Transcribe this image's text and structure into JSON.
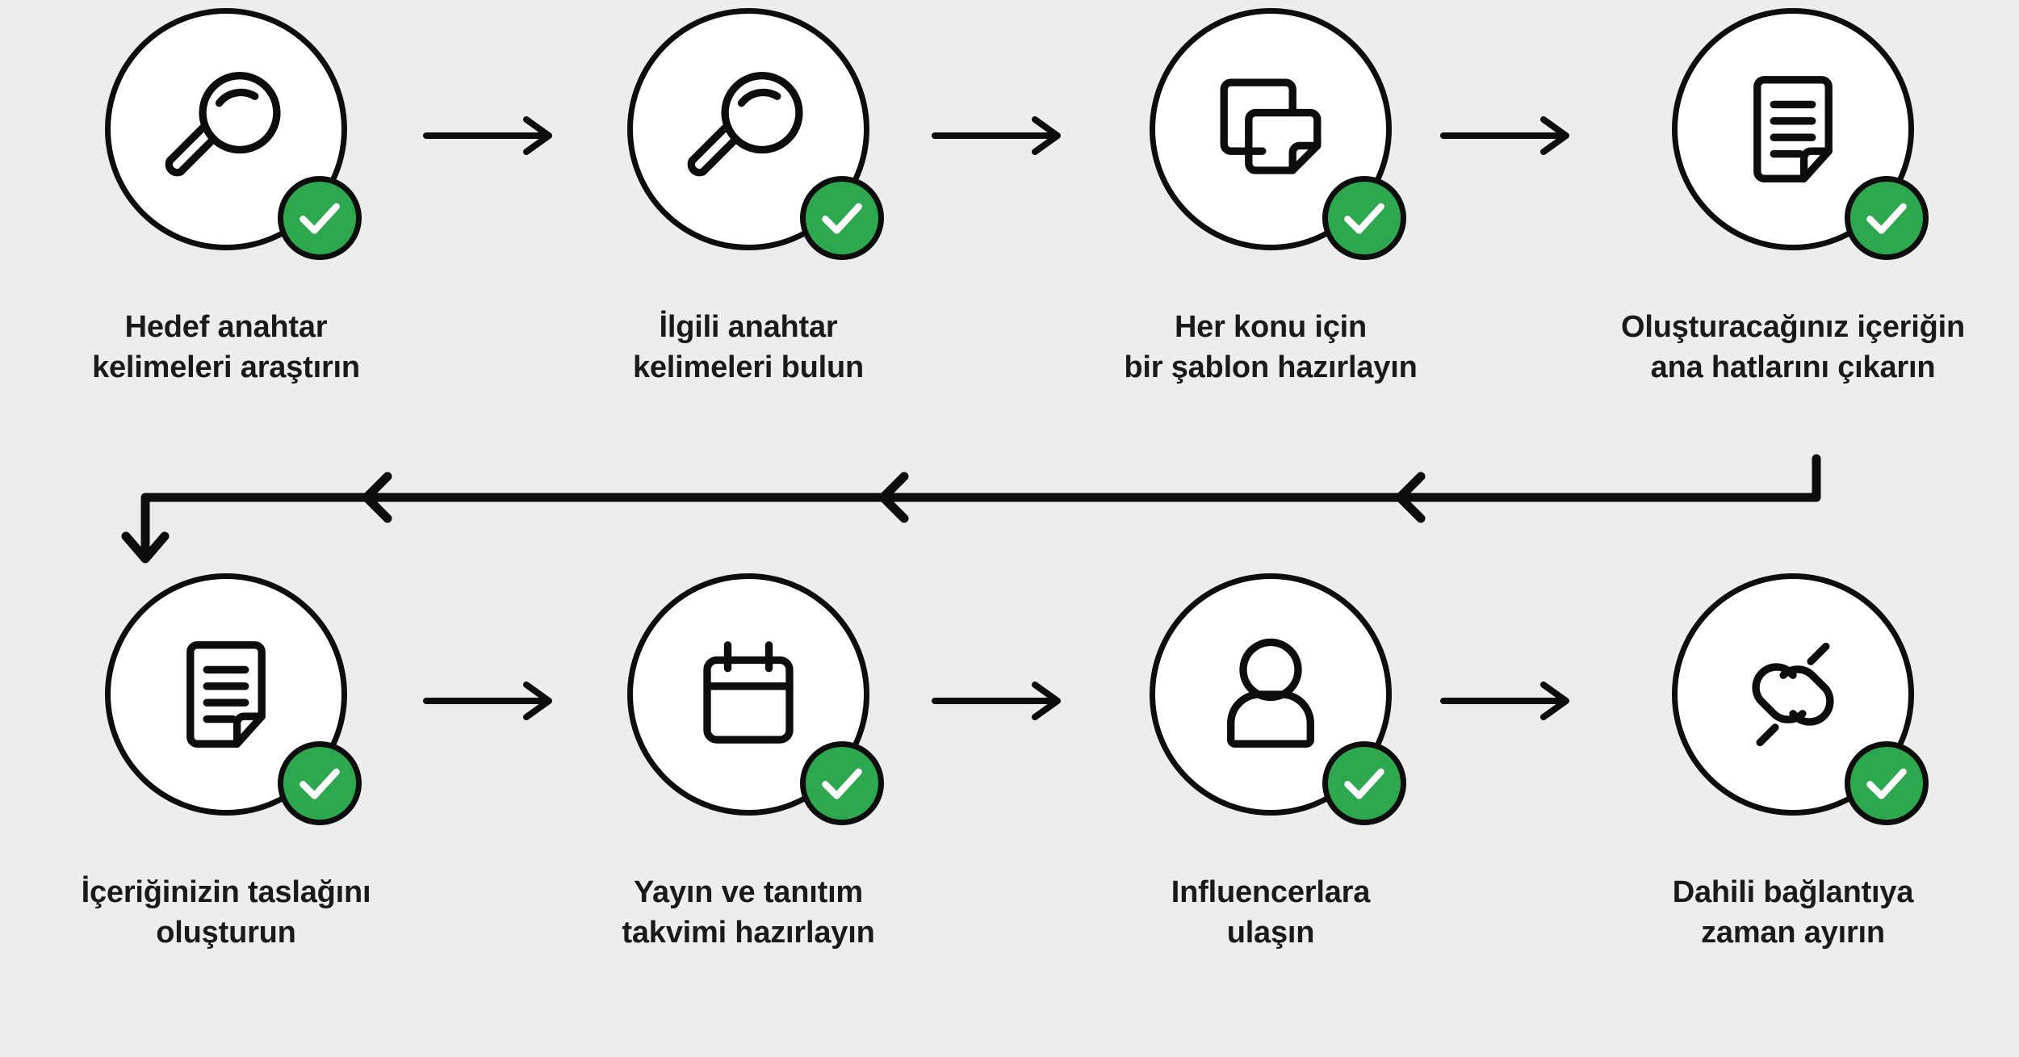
{
  "canvas": {
    "background_color": "#ededed",
    "accent_color": "#2ea84f",
    "line_color": "#0d0d0d",
    "bubble_fill": "#ffffff"
  },
  "flow": {
    "direction_row1": "left-to-right",
    "direction_connector": "right-to-left",
    "steps": [
      {
        "index": 1,
        "icon": "magnifier-icon",
        "status": "complete",
        "line1": "Hedef anahtar",
        "line2": "kelimeleri araştırın"
      },
      {
        "index": 2,
        "icon": "magnifier-icon",
        "status": "complete",
        "line1": "İlgili anahtar",
        "line2": "kelimeleri bulun"
      },
      {
        "index": 3,
        "icon": "stacked-templates-icon",
        "status": "complete",
        "line1": "Her konu için",
        "line2": "bir şablon hazırlayın"
      },
      {
        "index": 4,
        "icon": "document-lines-icon",
        "status": "complete",
        "line1": "Oluşturacağınız içeriğin",
        "line2": "ana hatlarını çıkarın"
      },
      {
        "index": 5,
        "icon": "document-lines-icon",
        "status": "complete",
        "line1": "İçeriğinizin taslağını",
        "line2": "oluşturun"
      },
      {
        "index": 6,
        "icon": "calendar-icon",
        "status": "complete",
        "line1": "Yayın ve tanıtım",
        "line2": "takvimi hazırlayın"
      },
      {
        "index": 7,
        "icon": "person-icon",
        "status": "complete",
        "line1": "Influencerlara",
        "line2": "ulaşın"
      },
      {
        "index": 8,
        "icon": "chain-link-icon",
        "status": "complete",
        "line1": "Dahili bağlantıya",
        "line2": "zaman ayırın"
      }
    ],
    "connectors": {
      "arrow_icon": "arrow-right-icon",
      "return_icon": "arrow-left-down-icon",
      "return_chevron_count": 3
    }
  }
}
